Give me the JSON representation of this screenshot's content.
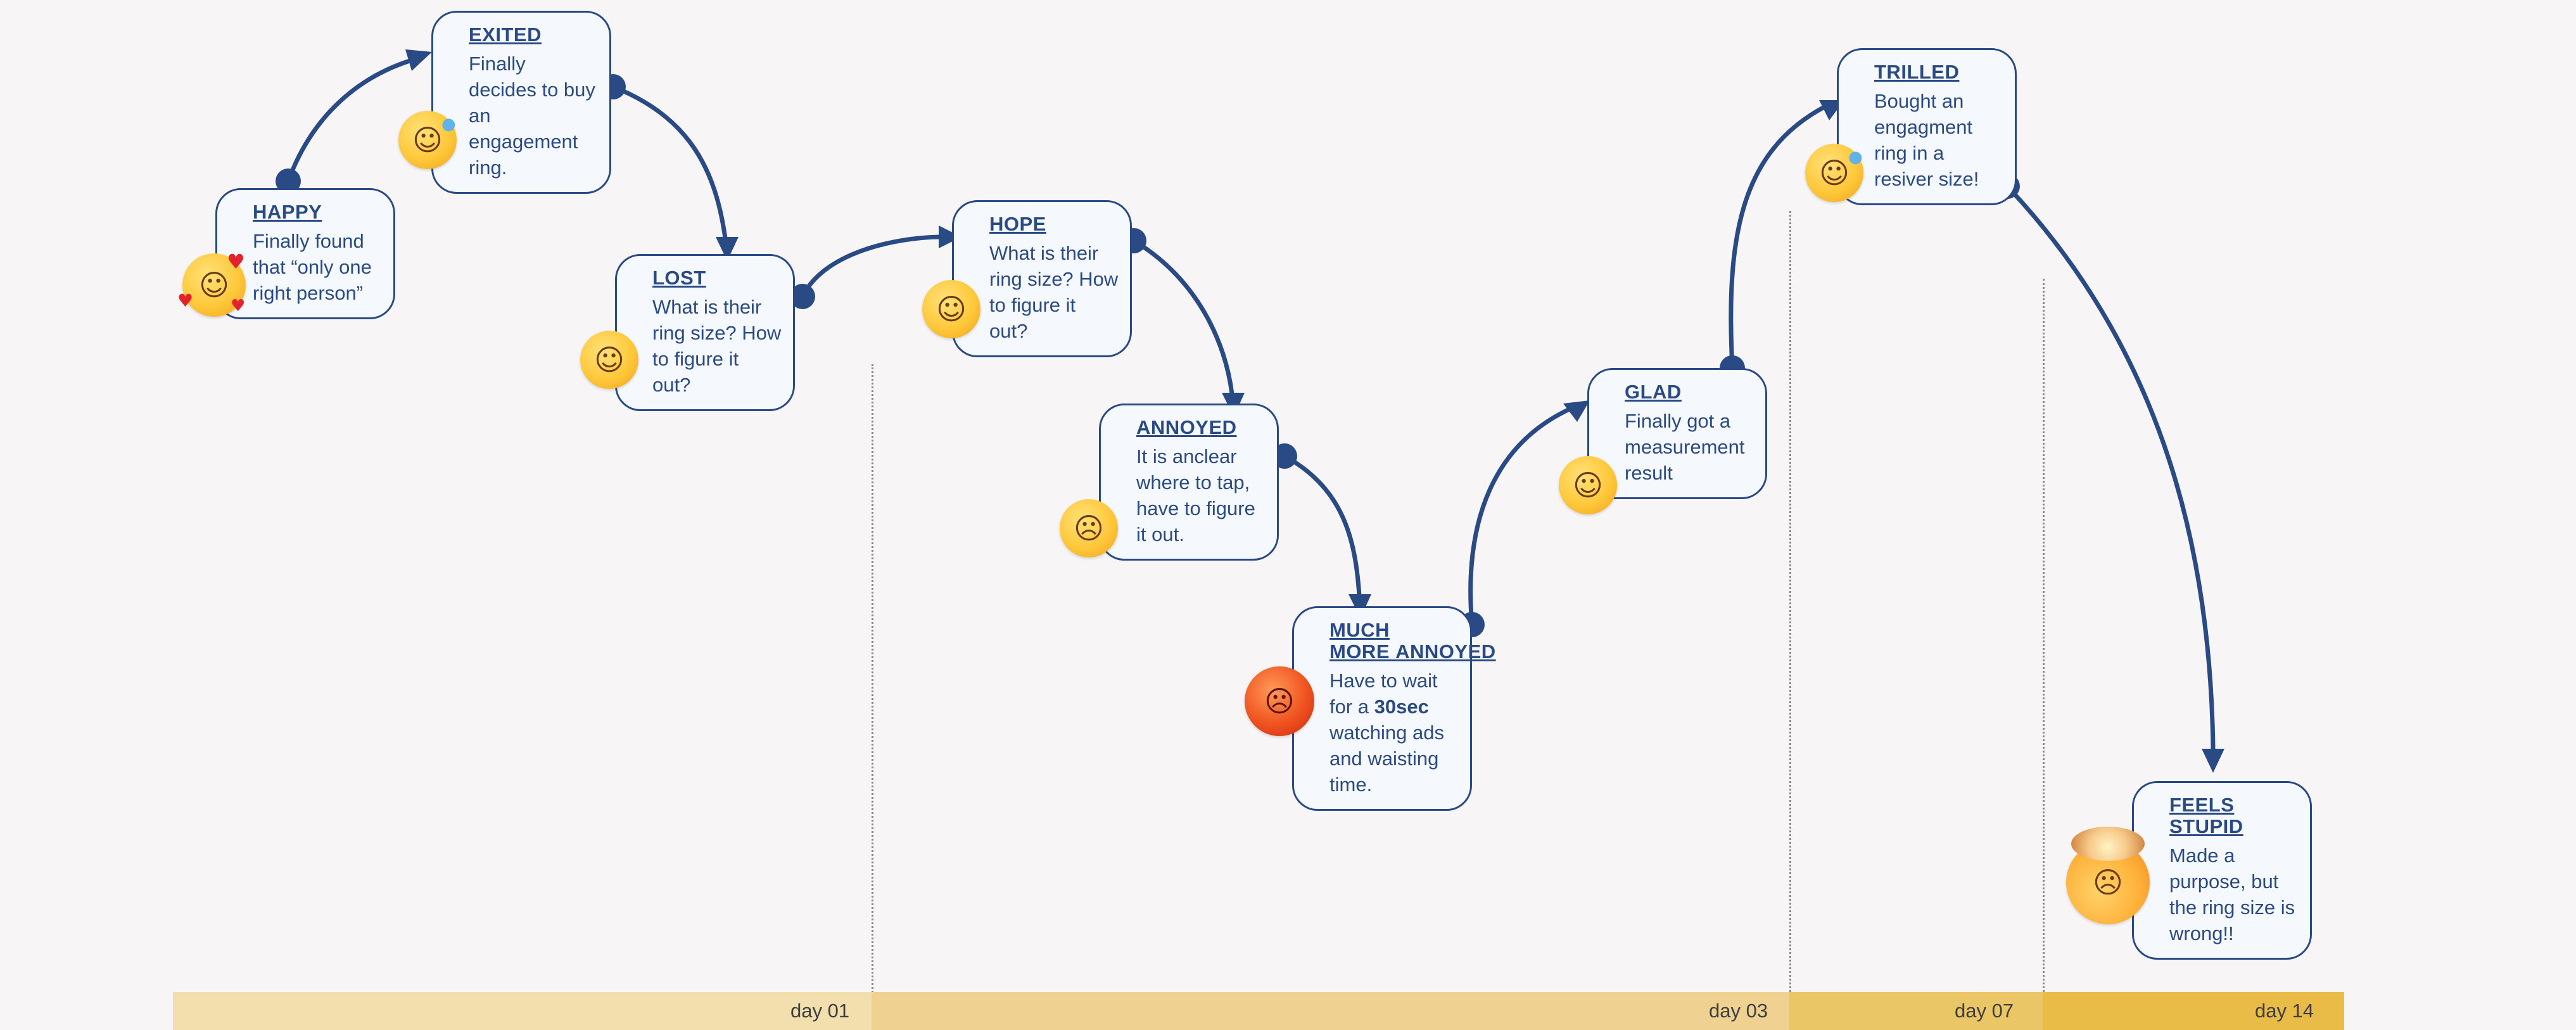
{
  "colors": {
    "line": "#2a4a86",
    "card_bg": "#f5f8fc",
    "background": "#f7f5f6",
    "band_1": "#f3dfae",
    "band_2": "#efd291",
    "band_3": "#ebc667",
    "band_4": "#e9bc48"
  },
  "stages": [
    {
      "title": "HAPPY",
      "desc": "Finally found that “only one right person”",
      "emoji": "smiling-face-with-hearts"
    },
    {
      "title": "EXITED",
      "desc": "Finally decides to buy an engagement ring.",
      "emoji": "grinning-face-with-sweat"
    },
    {
      "title": "LOST",
      "desc": "What is their ring size? How to figure it out?",
      "emoji": "shushing-face"
    },
    {
      "title": "HOPE",
      "desc": "What is their ring size? How to figure it out?",
      "emoji": "pleading-face"
    },
    {
      "title": "ANNOYED",
      "desc": "It is anclear where to tap, have to figure it out.",
      "emoji": "confused-face"
    },
    {
      "title": "MUCH MORE ANNOYED",
      "desc_before": "Have to wait for a ",
      "desc_bold": "30sec",
      "desc_after": " watching ads and waisting time.",
      "emoji": "pouting-face"
    },
    {
      "title": "GLAD",
      "desc": "Finally got  a measurement result",
      "emoji": "pleading-face"
    },
    {
      "title": "TRILLED",
      "desc": "Bought an engagment ring in a resiver size!",
      "emoji": "grinning-face-with-sweat"
    },
    {
      "title": "FEELS STUPID",
      "desc": "Made a purpose, but the ring size is wrong!!",
      "emoji": "exploding-head"
    }
  ],
  "days": [
    "day 01",
    "day 03",
    "day 07",
    "day 14"
  ]
}
